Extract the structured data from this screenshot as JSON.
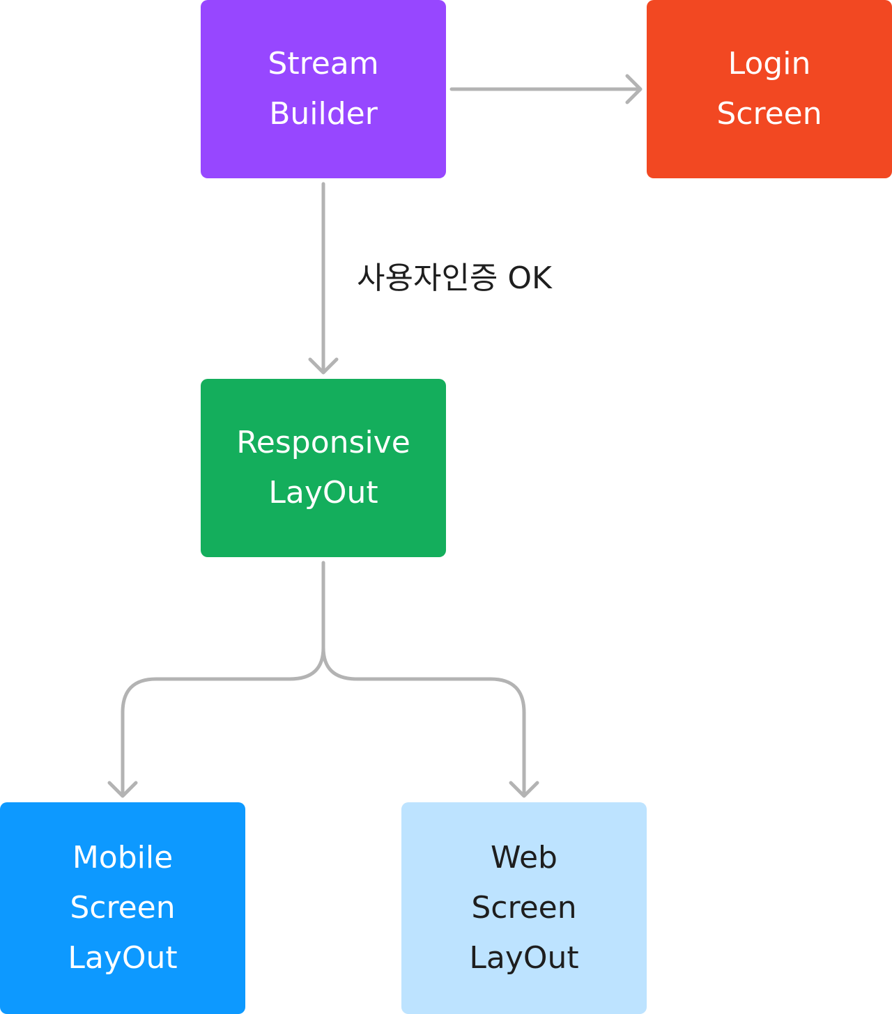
{
  "nodes": {
    "stream_builder": {
      "lines": [
        "Stream",
        "Builder"
      ],
      "color": "#9747ff"
    },
    "login_screen": {
      "lines": [
        "Login",
        "Screen"
      ],
      "color": "#f24822"
    },
    "responsive_layout": {
      "lines": [
        "Responsive",
        "LayOut"
      ],
      "color": "#14ae5c"
    },
    "mobile_layout": {
      "lines": [
        "Mobile",
        "Screen",
        "LayOut"
      ],
      "color": "#0d99ff"
    },
    "web_layout": {
      "lines": [
        "Web",
        "Screen",
        "LayOut"
      ],
      "color": "#bde3ff"
    }
  },
  "edge_label": "사용자인증 OK",
  "connector_color": "#b3b3b3"
}
